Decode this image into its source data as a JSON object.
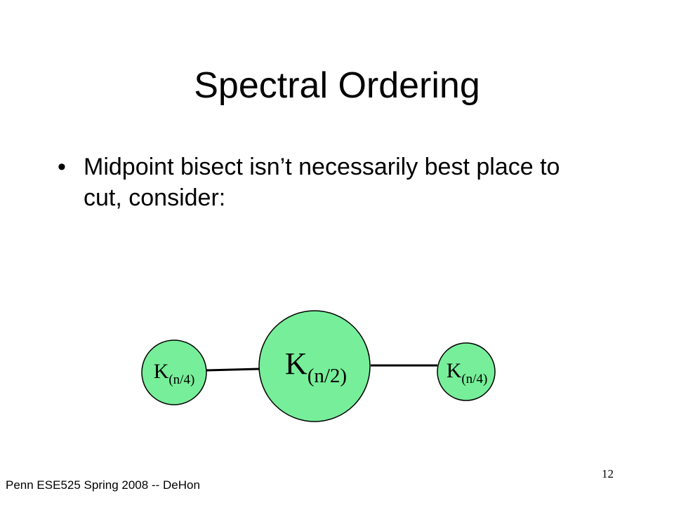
{
  "slide": {
    "title": "Spectral Ordering",
    "bullets": [
      {
        "symbol": "•",
        "text": "Midpoint bisect isn’t necessarily best place to cut, consider:"
      }
    ]
  },
  "diagram": {
    "node_fill": "#77ee99",
    "node_stroke": "#000000",
    "edge_color": "#000000",
    "nodes": {
      "left": {
        "main": "K",
        "sub": "(n/4)"
      },
      "center": {
        "main": "K",
        "sub": "(n/2)"
      },
      "right": {
        "main": "K",
        "sub": "(n/4)"
      }
    }
  },
  "footer": {
    "course": "Penn ESE525 Spring 2008 -- DeHon",
    "page_number": "12"
  }
}
